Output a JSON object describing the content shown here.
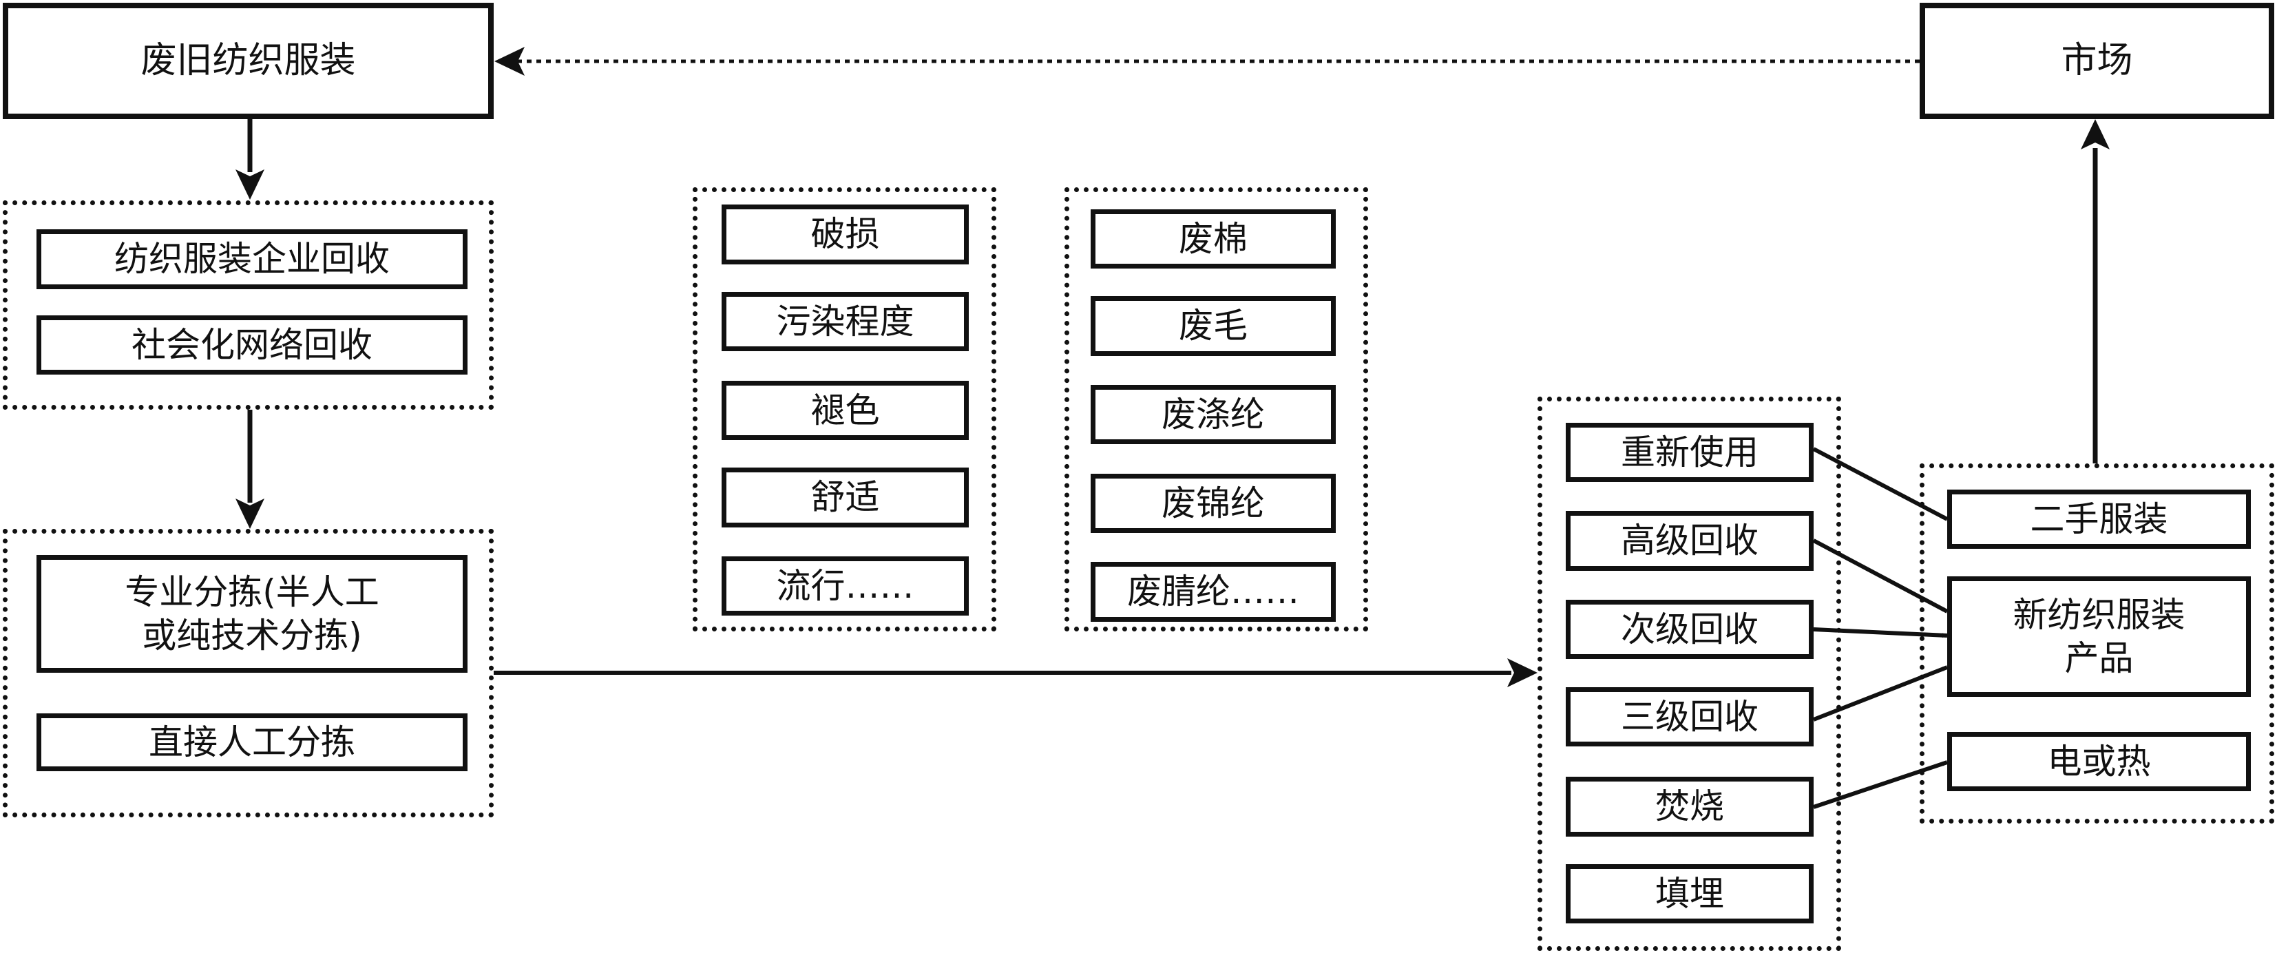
{
  "source_node": {
    "label": "废旧纺织服装"
  },
  "market_node": {
    "label": "市场"
  },
  "collection_group": {
    "items": [
      "纺织服装企业回收",
      "社会化网络回收"
    ]
  },
  "sorting_group": {
    "items": [
      "专业分拣(半人工\n或纯技术分拣)",
      "直接人工分拣"
    ]
  },
  "criteria_group": {
    "items": [
      "破损",
      "污染程度",
      "褪色",
      "舒适",
      "流行……"
    ]
  },
  "material_group": {
    "items": [
      "废棉",
      "废毛",
      "废涤纶",
      "废锦纶",
      "废腈纶……"
    ]
  },
  "treatment_group": {
    "items": [
      "重新使用",
      "高级回收",
      "次级回收",
      "三级回收",
      "焚烧",
      "填埋"
    ]
  },
  "output_group": {
    "items": [
      "二手服装",
      "新纺织服装\n产品",
      "电或热"
    ]
  },
  "edges": [
    {
      "from": "市场",
      "to": "废旧纺织服装",
      "style": "dotted"
    },
    {
      "from": "废旧纺织服装",
      "to": "回收",
      "style": "solid"
    },
    {
      "from": "回收",
      "to": "分拣",
      "style": "solid"
    },
    {
      "from": "分拣",
      "to": "处理方式",
      "style": "solid"
    },
    {
      "from": "重新使用",
      "to": "二手服装",
      "style": "solid"
    },
    {
      "from": "高级回收",
      "to": "新纺织服装产品",
      "style": "solid"
    },
    {
      "from": "次级回收",
      "to": "新纺织服装产品",
      "style": "solid"
    },
    {
      "from": "三级回收",
      "to": "新纺织服装产品",
      "style": "solid"
    },
    {
      "from": "焚烧",
      "to": "电或热",
      "style": "solid"
    },
    {
      "from": "产出",
      "to": "市场",
      "style": "solid"
    }
  ]
}
